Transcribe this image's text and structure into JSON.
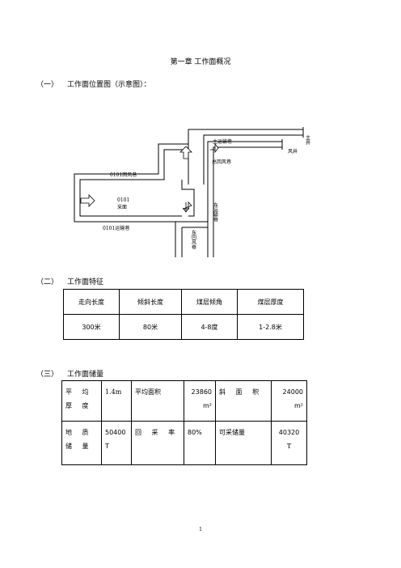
{
  "chapter": {
    "title": "第一章  工作面概况"
  },
  "section1": {
    "number": "（一）",
    "title": "工作面位置图（示意图）：",
    "diagram": {
      "label_main_haulage": "主运输巷",
      "label_main_shaft": "主井",
      "label_return_shaft": "风井",
      "label_main_return": "总回风巷",
      "label_return_airway": "0101回风巷",
      "label_face_id": "0101",
      "label_face_name": "采面",
      "label_haulage_way": "0101运输巷",
      "label_east_haulage": "东运输巷",
      "label_east_return": "东回风巷"
    }
  },
  "section2": {
    "number": "（二）",
    "title": "工作面特征",
    "headers": [
      "走向长度",
      "倾斜长度",
      "煤层倾角",
      "煤层厚度"
    ],
    "values": [
      "300米",
      "80米",
      "4-8度",
      "1-2.8米"
    ]
  },
  "section3": {
    "number": "（三）",
    "title": "工作面储量",
    "row1": {
      "avg_thickness_label": "平 均 厚 度",
      "avg_thickness_value": "1.4m",
      "avg_area_label": "平均面积",
      "avg_area_value": "23860",
      "avg_area_unit": "m²",
      "slope_area_label": "斜 面 积",
      "slope_area_value": "24000",
      "slope_area_unit": "m²"
    },
    "row2": {
      "geo_reserve_label": "地 质 储 量",
      "geo_reserve_value": "50400",
      "geo_reserve_unit": "T",
      "recovery_label": "回 采 率",
      "recovery_value": "80%",
      "recoverable_label": "可采储量",
      "recoverable_value": "40320",
      "recoverable_unit": "T"
    }
  },
  "footer": {
    "page_number": "1"
  }
}
